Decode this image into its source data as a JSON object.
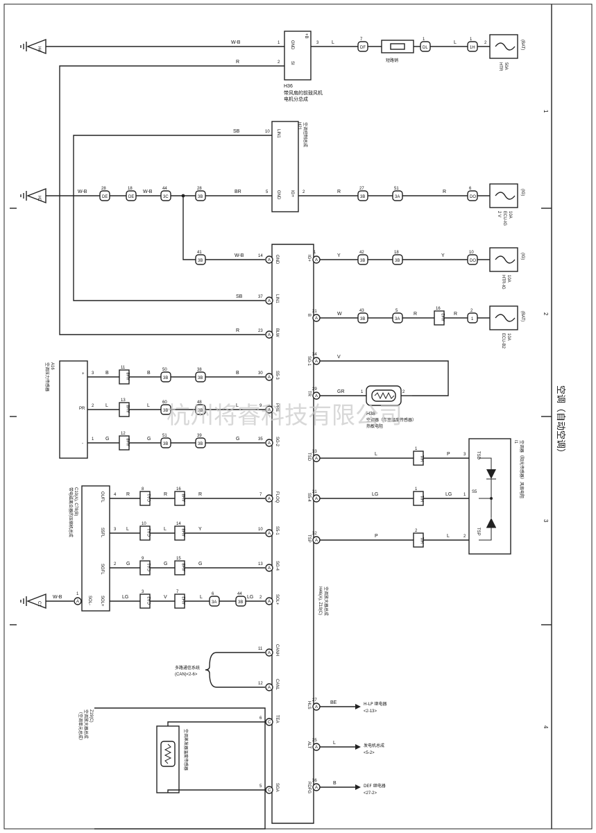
{
  "page": {
    "title": "空调（自动空调）",
    "watermark": "杭州将睿科技有限公司",
    "sections": [
      "1",
      "2",
      "3",
      "4"
    ]
  },
  "wires": {
    "wb": "W-B",
    "r": "R",
    "l": "L",
    "sb": "SB",
    "br": "BR",
    "y": "Y",
    "w": "W",
    "v": "V",
    "gr": "GR",
    "b": "B",
    "g": "G",
    "p": "P",
    "lg": "LG",
    "be": "BE"
  },
  "fuses": {
    "htr": {
      "amp": "50A",
      "name": "HTR",
      "src": "(BAT)"
    },
    "ecuig2": {
      "amp": "10A",
      "name": "ECU-IG",
      "name2": "2 V",
      "src": "(IG)"
    },
    "htrig": {
      "amp": "10A",
      "name": "HTR-IG",
      "src": "(IG)"
    },
    "ecub2": {
      "amp": "10A",
      "name": "ECU-B2",
      "src": "(BAT)"
    }
  },
  "grounds": {
    "h4": "H4",
    "h2": "H2",
    "c1": "C1"
  },
  "components": {
    "h36": {
      "id": "H36",
      "line1": "带风扇的前鼓风机",
      "line2": "电机分总成",
      "pins": {
        "b": "+B",
        "gnd": "GND",
        "si": "SI"
      }
    },
    "short": {
      "name": "短路销"
    },
    "h21": {
      "id": "H21",
      "name": "空调控制总成",
      "pins": {
        "lin1": "LIN1",
        "gnd": "GND",
        "ig": "IG+"
      }
    },
    "h46": {
      "id": "H46(A), Z19(C)",
      "name": "空调放大器总成",
      "pins": {
        "gnd": "GND",
        "ig": "IG+",
        "lin1": "LIN1",
        "b": "B",
        "blw": "BLW",
        "s53": "S5-3",
        "sg1": "SG-1",
        "pre": "PRE",
        "tr": "TR",
        "sg2": "SG-2",
        "tsd": "TSD",
        "floq": "FLOQ",
        "s54": "S5-4",
        "s51": "S5-1",
        "tsp": "TSP",
        "sg4": "SG-4",
        "sol": "SOL+",
        "canh": "CANH",
        "canl": "CANL",
        "hls": "HLS",
        "tea": "TEA",
        "alt": "ALT",
        "sga": "SGA",
        "rdfg": "RDFG"
      }
    },
    "h38": {
      "id": "H38",
      "line1": "空调器（车室温度传感器）",
      "line2": "热敏电阻"
    },
    "i1": {
      "id": "I1",
      "name": "空调器（阳光传感器）风扇电阻",
      "pins": {
        "tsd": "TSD",
        "s5": "S5",
        "tsp": "TSP"
      }
    },
    "a16": {
      "id": "A16",
      "name": "空调压力传感器",
      "pins": {
        "plus": "+",
        "pr": "PR",
        "minus": "-"
      }
    },
    "c10": {
      "id": "C10(A), C78(B)",
      "name": "带电磁离合器的压缩机总成",
      "pins": {
        "oufl": "OUFL",
        "s5fl": "S5FL",
        "sgfl": "SGFL",
        "sol": "SOL+",
        "solm": "SOL-"
      }
    },
    "z19": {
      "id": "Z19(C)",
      "line1": "空调放大器总成",
      "line2": "（空调单元总成）",
      "sensor": "空调蒸发器温度传感器"
    },
    "can": {
      "line1": "多路通信系统",
      "line2": "(CAN)<2-6>"
    },
    "hlp": {
      "line1": "H-LP 继电器",
      "line2": "<2-13>"
    },
    "gen": {
      "line1": "发电机总成",
      "line2": "<5-2>"
    },
    "def": {
      "line1": "DEF 继电器",
      "line2": "<27-2>"
    }
  },
  "connectors": {
    "d7": {
      "pin": "7",
      "id": "DF"
    },
    "d1": {
      "pin": "1",
      "id": "DL"
    },
    "d1b": {
      "pin": "1",
      "id": "1H"
    },
    "c28": {
      "pin": "28",
      "id": "DE"
    },
    "c18": {
      "pin": "18",
      "id": "DE"
    },
    "c44": {
      "pin": "44",
      "id": "3C"
    },
    "c28b": {
      "pin": "28",
      "id": "3B"
    },
    "c27": {
      "pin": "27",
      "id": "3B"
    },
    "c51": {
      "pin": "51",
      "id": "3A"
    },
    "c6": {
      "pin": "6",
      "id": "DO"
    },
    "c41": {
      "pin": "41",
      "id": "3B"
    },
    "c42": {
      "pin": "42",
      "id": "3B"
    },
    "c18b": {
      "pin": "18",
      "id": "3B"
    },
    "c10": {
      "pin": "10",
      "id": "DO"
    },
    "c43": {
      "pin": "43",
      "id": "3B"
    },
    "c5": {
      "pin": "5",
      "id": "3A"
    },
    "c16": {
      "pin": "16",
      "id": "AH2"
    },
    "c2": {
      "pin": "2",
      "id": "1"
    },
    "c11": {
      "pin": "11",
      "id": "AH8"
    },
    "c50": {
      "pin": "50",
      "id": "3B"
    },
    "c38": {
      "pin": "38",
      "id": "3B"
    },
    "c13": {
      "pin": "13",
      "id": "AH8"
    },
    "c60": {
      "pin": "60",
      "id": "3B"
    },
    "c48": {
      "pin": "48",
      "id": "3B"
    },
    "c12": {
      "pin": "12",
      "id": "AH8"
    },
    "c51b": {
      "pin": "51",
      "id": "3B"
    },
    "c39": {
      "pin": "39",
      "id": "3B"
    },
    "h1a": {
      "pin": "1",
      "id": "HI1"
    },
    "h1b": {
      "pin": "1",
      "id": "HI1"
    },
    "h1c": {
      "pin": "2",
      "id": "HI1"
    },
    "ca8": {
      "pin": "8",
      "id": "CA1"
    },
    "ah16": {
      "pin": "16",
      "id": "AH8"
    },
    "ca10": {
      "pin": "10",
      "id": "CA1"
    },
    "ah14": {
      "pin": "14",
      "id": "AH8"
    },
    "ca9": {
      "pin": "9",
      "id": "CA1"
    },
    "ah15": {
      "pin": "15",
      "id": "AH8"
    },
    "ca3": {
      "pin": "3",
      "id": "CA2"
    },
    "ah7": {
      "pin": "7",
      "id": "AH2"
    },
    "c6b": {
      "pin": "6",
      "id": "3A"
    },
    "c44b": {
      "pin": "44",
      "id": "3B"
    }
  },
  "pinnums": {
    "h36_3": "3",
    "h36_1": "1",
    "h36_2": "2",
    "h21_10": "10",
    "h21_5": "5",
    "h21_2": "2",
    "a14": "14",
    "a1": "1",
    "a37": "37",
    "a21": "21",
    "a23": "23",
    "a30": "30",
    "a34": "34",
    "a9": "9",
    "a29": "29",
    "a35": "35",
    "a33": "33",
    "a7": "7",
    "a31": "31",
    "a10": "10",
    "a32": "32",
    "a13": "13",
    "a2": "2",
    "a11": "11",
    "a12": "12",
    "a27": "27",
    "c6": "6",
    "a25": "25",
    "c5": "5",
    "a36": "36",
    "f2": "2",
    "f1": "1",
    "f2b": "2",
    "f2c": "2",
    "f2d": "2",
    "a16_3": "3",
    "a16_2": "2",
    "a16_1": "1",
    "c10_1": "1",
    "c10_2": "2",
    "c10_3": "3",
    "c10_4": "4",
    "h38_1": "1",
    "h38_2": "2",
    "i1_3": "3",
    "i1_1": "1",
    "i1_2": "2"
  },
  "pin_a": "A",
  "pin_c": "C"
}
